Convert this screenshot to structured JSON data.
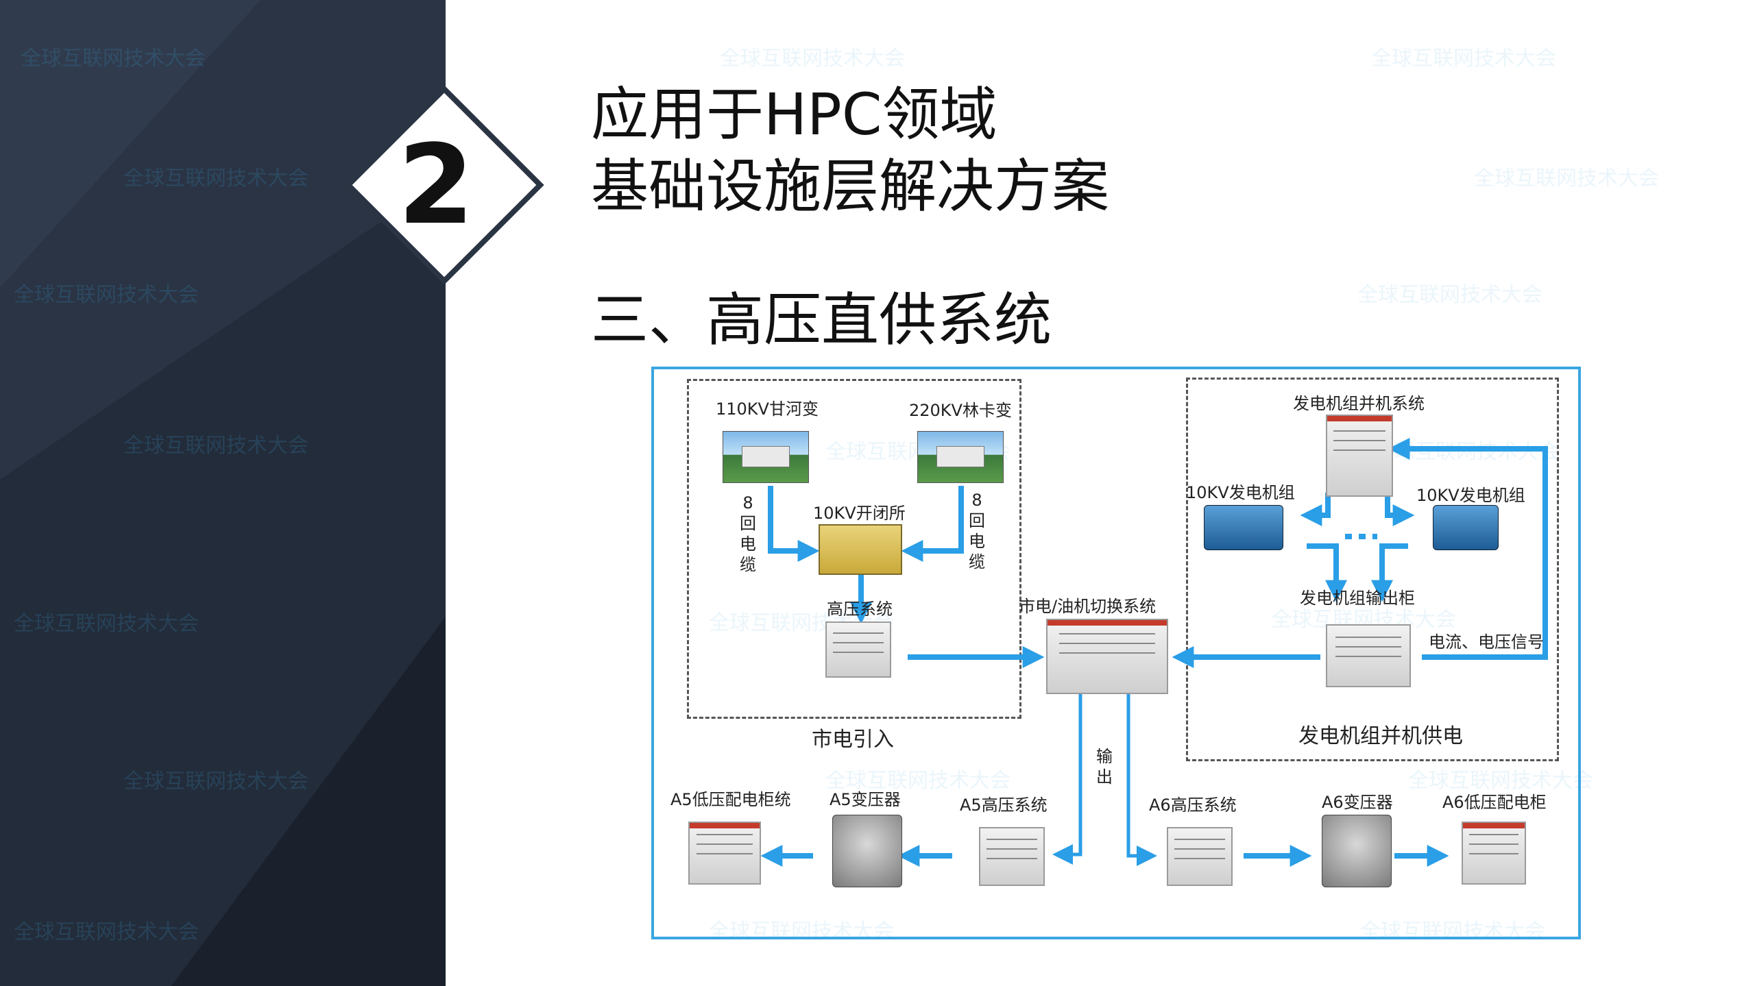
{
  "badge": {
    "number": "2"
  },
  "header": {
    "title_line1": "应用于HPC领域",
    "title_line2": "基础设施层解决方案",
    "section_title": "三、高压直供系统"
  },
  "watermark": "全球互联网技术大会",
  "diagram": {
    "grid_zone": {
      "label": "市电引入",
      "sub110": "110KV甘河变",
      "sub220": "220KV林卡变",
      "cable_left": "8回电缆",
      "cable_right": "8回电缆",
      "switchroom": "10KV开闭所",
      "hv_system": "高压系统"
    },
    "switch_system": "市电/油机切换系统",
    "output_label": "输出",
    "gen_zone": {
      "label": "发电机组并机供电",
      "parallel_system": "发电机组并机系统",
      "gen_left": "10KV发电机组",
      "gen_right": "10KV发电机组",
      "output_cabinet": "发电机组输出柜",
      "signal": "电流、电压信号"
    },
    "bottom": {
      "a5_lv": "A5低压配电柜统",
      "a5_tx": "A5变压器",
      "a5_hv": "A5高压系统",
      "a6_hv": "A6高压系统",
      "a6_tx": "A6变压器",
      "a6_lv": "A6低压配电柜"
    },
    "colors": {
      "frame": "#3aa6e0",
      "arrow": "#2a9ee6",
      "zone_border": "#555555"
    }
  }
}
